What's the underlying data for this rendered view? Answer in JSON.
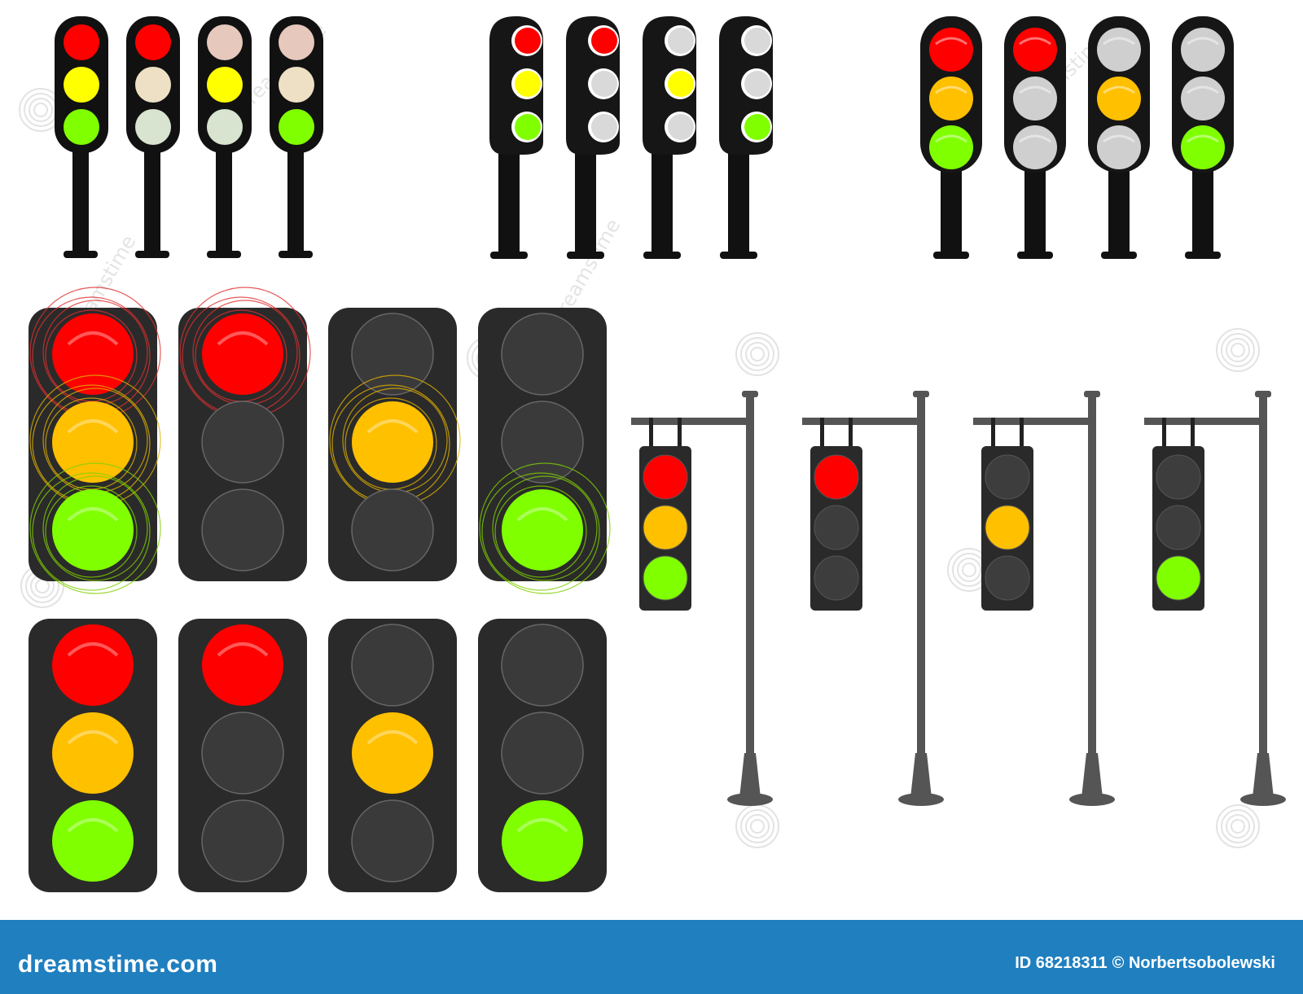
{
  "colors": {
    "red": "#ff0000",
    "yellow_flat": "#ffff00",
    "amber": "#ffc000",
    "green": "#80ff00",
    "housing_dark": "#2a2a2a",
    "pole": "#555555",
    "footer": "#1f7fbf"
  },
  "rows": {
    "row1_sets": [
      {
        "style": "flat",
        "signals": [
          [
            "red",
            "yellow",
            "green"
          ],
          [
            "red",
            "off",
            "off"
          ],
          [
            "off",
            "yellow",
            "off"
          ],
          [
            "off",
            "off",
            "green"
          ]
        ]
      },
      {
        "style": "side",
        "signals": [
          [
            "red",
            "yellow",
            "green"
          ],
          [
            "red",
            "off",
            "off"
          ],
          [
            "off",
            "yellow",
            "off"
          ],
          [
            "off",
            "off",
            "green"
          ]
        ]
      },
      {
        "style": "glossy",
        "signals": [
          [
            "red",
            "amber",
            "green"
          ],
          [
            "red",
            "off",
            "off"
          ],
          [
            "off",
            "amber",
            "off"
          ],
          [
            "off",
            "off",
            "green"
          ]
        ]
      }
    ],
    "big_glow": [
      [
        "red",
        "amber",
        "green"
      ],
      [
        "red",
        "off",
        "off"
      ],
      [
        "off",
        "amber",
        "off"
      ],
      [
        "off",
        "off",
        "green"
      ]
    ],
    "big_plain": [
      [
        "red",
        "amber",
        "green"
      ],
      [
        "red",
        "off",
        "off"
      ],
      [
        "off",
        "amber",
        "off"
      ],
      [
        "off",
        "off",
        "green"
      ]
    ],
    "hanging": [
      [
        "red",
        "amber",
        "green"
      ],
      [
        "red",
        "off",
        "off"
      ],
      [
        "off",
        "amber",
        "off"
      ],
      [
        "off",
        "off",
        "green"
      ]
    ]
  },
  "footer": {
    "brand": "dreamstime.com",
    "id_label": "ID 68218311",
    "copyright_author": "© Norbertsobolewski"
  },
  "watermark": "dreamstime"
}
